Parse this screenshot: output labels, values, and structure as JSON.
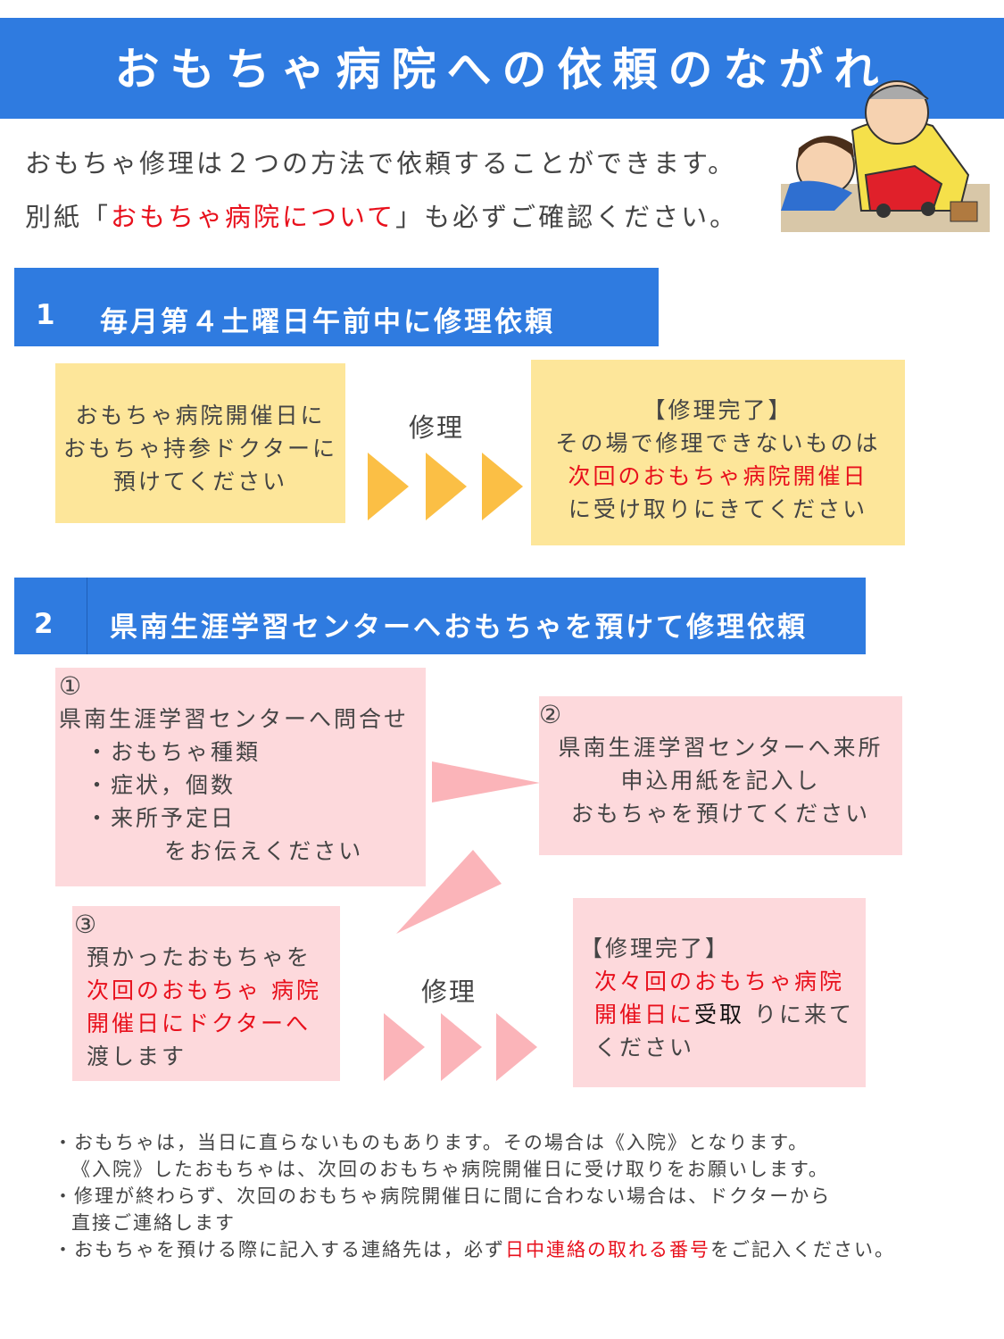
{
  "header": {
    "title": "おもちゃ病院への依頼のながれ"
  },
  "intro": {
    "line1": "おもちゃ修理は２つの方法で依頼することができます。",
    "line2_pre": "別紙「",
    "line2_red": "おもちゃ病院について",
    "line2_post": "」も必ずご確認ください。"
  },
  "section1": {
    "number": "1",
    "title": "毎月第４土曜日午前中に修理依頼",
    "step1": [
      "おもちゃ病院開催日に",
      "おもちゃ持参ドクターに",
      "預けてください"
    ],
    "arrow_label": "修理",
    "step2": {
      "heading": "【修理完了】",
      "line1": "その場で修理できないものは",
      "red": "次回のおもちゃ病院開催日",
      "line3": "に受け取りにきてください"
    }
  },
  "section2": {
    "number": "2",
    "title": "県南生涯学習センターへおもちゃを預けて修理依頼",
    "step1": {
      "num": "①",
      "lines": [
        "県南生涯学習センターへ問合せ",
        "・おもちゃ種類",
        "・症状，個数",
        "・来所予定日",
        "をお伝えください"
      ]
    },
    "step2": {
      "num": "②",
      "lines": [
        "県南生涯学習センターへ来所",
        "申込用紙を記入し",
        "おもちゃを預けてください"
      ]
    },
    "step3": {
      "num": "③",
      "line1": "預かったおもちゃを",
      "red1": "次回のおもちゃ 病院",
      "red2": "開催日にドクターへ",
      "line4": "渡します"
    },
    "arrow_label": "修理",
    "step4": {
      "heading": "【修理完了】",
      "red1": "次々回のおもちゃ病院",
      "red2": "開催日に",
      "black": "受取",
      "post": " りに来て",
      "line4": "ください"
    }
  },
  "notes": {
    "n1a": "・おもちゃは，当日に直らないものもあります。その場合は《入院》となります。",
    "n1b": "《入院》したおもちゃは、次回のおもちゃ病院開催日に受け取りをお願いします。",
    "n2a": "・修理が終わらず、次回のおもちゃ病院開催日に間に合わない場合は、ドクターから",
    "n2b": "直接ご連絡します",
    "n3_pre": "・おもちゃを預ける際に記入する連絡先は，必ず",
    "n3_red": "日中連絡の取れる番号",
    "n3_post": "をご記入ください。"
  },
  "colors": {
    "blue": "#2f7be0",
    "yellow": "#fde69a",
    "arrow_yellow": "#fbbf45",
    "pink": "#fdd9dc",
    "arrow_pink": "#fbb4b9",
    "red": "#e8101c"
  }
}
